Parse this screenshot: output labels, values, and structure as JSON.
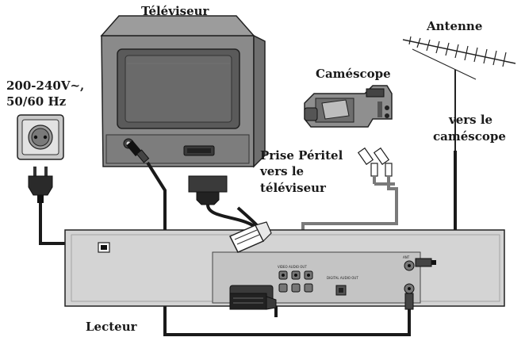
{
  "labels": {
    "tv": "Téléviseur",
    "antenna": "Antenne",
    "power_line1": "200-240V~,",
    "power_line2": "50/60 Hz",
    "camcorder": "Caméscope",
    "to_camcorder_line1": "vers le",
    "to_camcorder_line2": "caméscope",
    "scart_line1": "Prise Péritel",
    "scart_line2": "vers le",
    "scart_line3": "téléviseur",
    "player": "Lecteur"
  },
  "colors": {
    "tv_body": "#8a8a8a",
    "tv_screen": "#5a5a5a",
    "player_body": "#d4d4d4",
    "cable": "#1a1a1a",
    "cable_grey": "#7a7a7a"
  }
}
